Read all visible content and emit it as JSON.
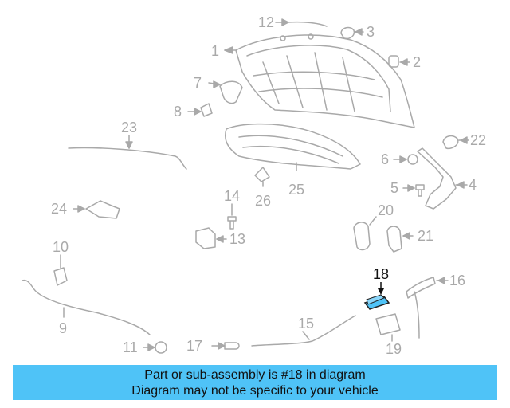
{
  "diagram": {
    "highlight_label": "18",
    "colors": {
      "part": "#a9a9a9",
      "highlight": "#4fc3f7",
      "banner": "#4fc3f7",
      "text": "#111111"
    },
    "callouts": [
      "1",
      "2",
      "3",
      "4",
      "5",
      "6",
      "7",
      "8",
      "9",
      "10",
      "11",
      "12",
      "13",
      "14",
      "15",
      "16",
      "17",
      "19",
      "20",
      "21",
      "22",
      "23",
      "24",
      "25",
      "26"
    ]
  },
  "banner": {
    "line1": "Part or sub-assembly is #18 in diagram",
    "line2": "Diagram may not be specific to your vehicle"
  }
}
